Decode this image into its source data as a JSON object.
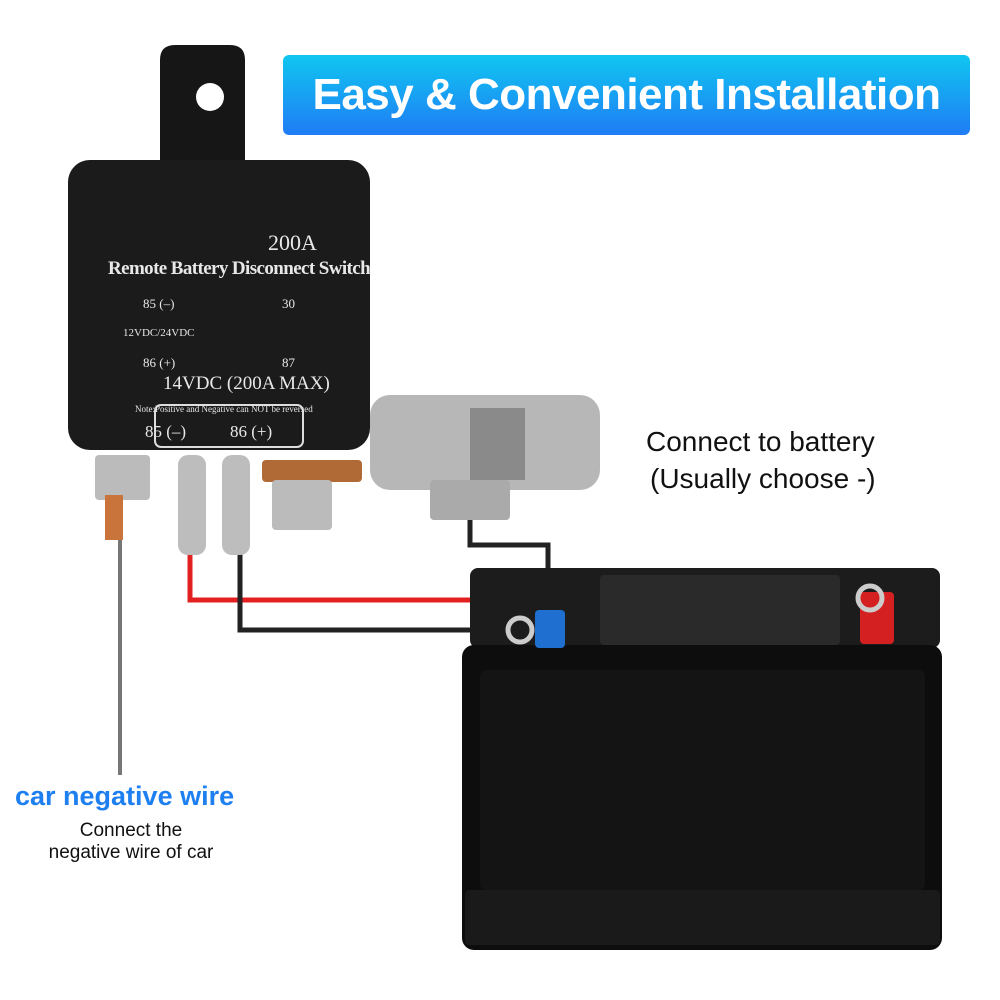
{
  "banner": {
    "title": "Easy & Convenient Installation"
  },
  "relay": {
    "rating": "200A",
    "name": "Remote Battery Disconnect Switch",
    "pin85": "85 (–)",
    "pin86": "86 (+)",
    "pin30": "30",
    "pin87": "87",
    "voltage": "12VDC/24VDC",
    "switch_rating": "14VDC (200A MAX)",
    "note": "Note:Positive and Negative can NOT be reversed",
    "note_pin85": "85 (–)",
    "note_pin86": "86 (+)"
  },
  "callouts": {
    "battery_line1": "Connect to battery",
    "battery_line2": "(Usually choose -)",
    "car_title": "car negative wire",
    "car_line1": "Connect the",
    "car_line2": "negative wire of car"
  },
  "colors": {
    "banner_top": "#10c6f0",
    "banner_bottom": "#1f7cf5",
    "accent_blue": "#1e7ff0",
    "wire_red": "#e32020",
    "wire_black": "#222222"
  }
}
